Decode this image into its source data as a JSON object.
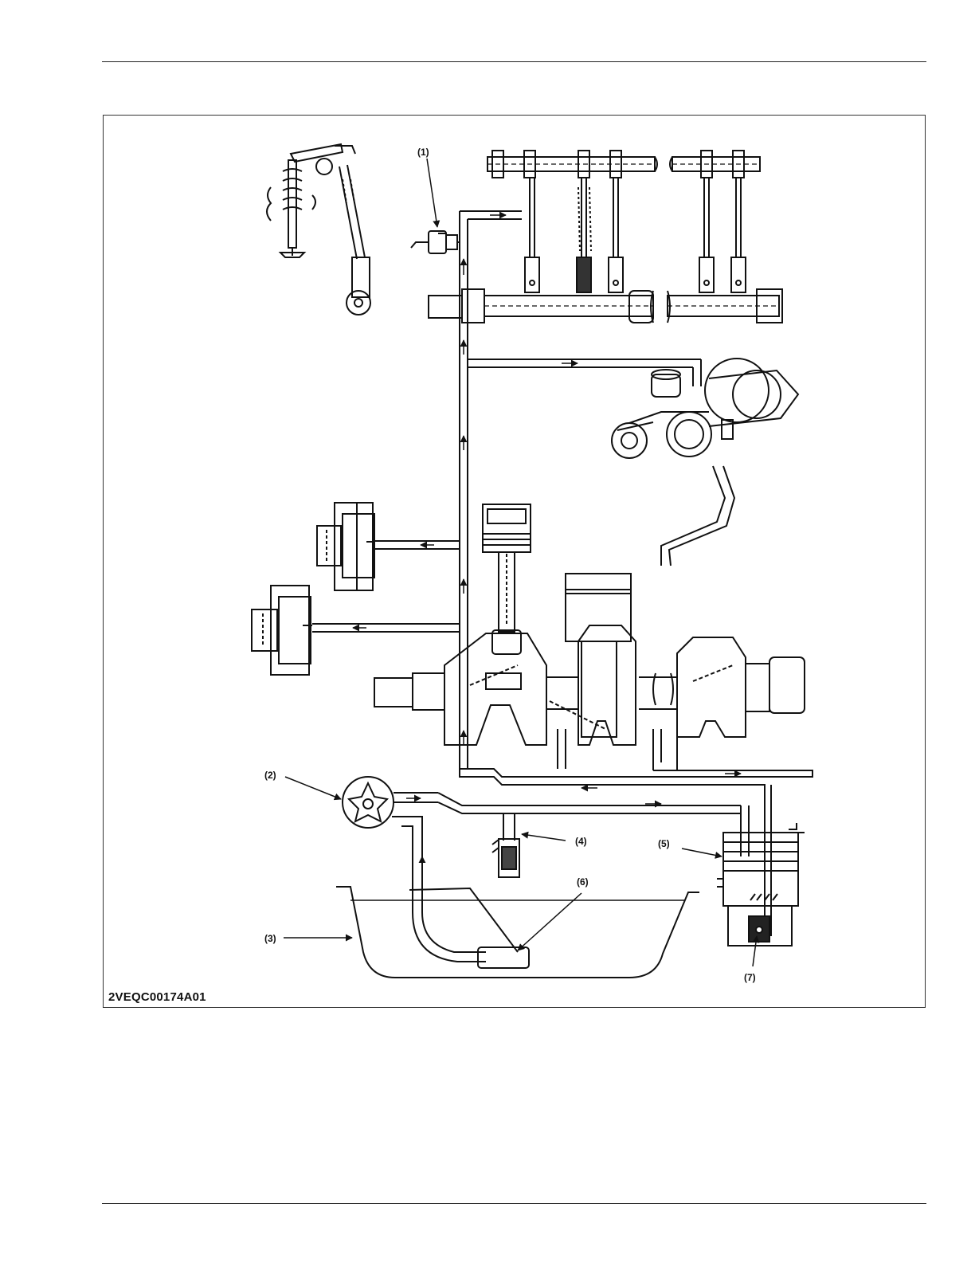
{
  "figure": {
    "code": "2VEQC00174A01",
    "callouts": {
      "c1": "(1)",
      "c2": "(2)",
      "c3": "(3)",
      "c4": "(4)",
      "c5": "(5)",
      "c6": "(6)",
      "c7": "(7)"
    }
  }
}
